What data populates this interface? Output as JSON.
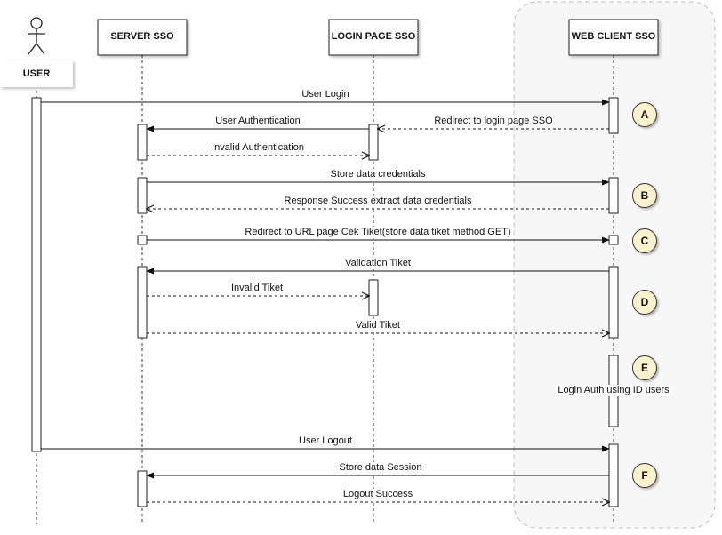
{
  "participants": {
    "user": "USER",
    "server": "SERVER SSO",
    "login_page": "LOGIN PAGE SSO",
    "web_client": "WEB CLIENT SSO"
  },
  "messages": [
    {
      "id": "user-login",
      "label": "User Login",
      "from": "user",
      "to": "web_client",
      "style": "solid"
    },
    {
      "id": "redirect-login-page",
      "label": "Redirect to login page SSO",
      "from": "web_client",
      "to": "login_page",
      "style": "dashed"
    },
    {
      "id": "user-authentication",
      "label": "User Authentication",
      "from": "login_page",
      "to": "server",
      "style": "solid"
    },
    {
      "id": "invalid-authentication",
      "label": "Invalid Authentication",
      "from": "server",
      "to": "login_page",
      "style": "dashed"
    },
    {
      "id": "store-data-credentials",
      "label": "Store data credentials",
      "from": "server",
      "to": "web_client",
      "style": "solid"
    },
    {
      "id": "response-success",
      "label": "Response Success extract data credentials",
      "from": "web_client",
      "to": "server",
      "style": "dashed"
    },
    {
      "id": "redirect-cek-tiket",
      "label": "Redirect to URL page Cek Tiket(store data tiket method GET)",
      "from": "server",
      "to": "web_client",
      "style": "solid"
    },
    {
      "id": "validation-tiket",
      "label": "Validation Tiket",
      "from": "web_client",
      "to": "server",
      "style": "solid"
    },
    {
      "id": "invalid-tiket",
      "label": "Invalid Tiket",
      "from": "server",
      "to": "login_page",
      "style": "dashed"
    },
    {
      "id": "valid-tiket",
      "label": "Valid Tiket",
      "from": "server",
      "to": "web_client",
      "style": "dashed"
    },
    {
      "id": "user-logout",
      "label": "User Logout",
      "from": "user",
      "to": "web_client",
      "style": "solid"
    },
    {
      "id": "store-data-session",
      "label": "Store data Session",
      "from": "web_client",
      "to": "server",
      "style": "solid"
    },
    {
      "id": "logout-success",
      "label": "Logout Success",
      "from": "server",
      "to": "web_client",
      "style": "dashed"
    }
  ],
  "note": "Login Auth using ID users",
  "steps": [
    "A",
    "B",
    "C",
    "D",
    "E",
    "F"
  ],
  "colors": {
    "step_fill": "#fff2cc",
    "group_fill": "#f7f7f7",
    "line": "#333333"
  }
}
